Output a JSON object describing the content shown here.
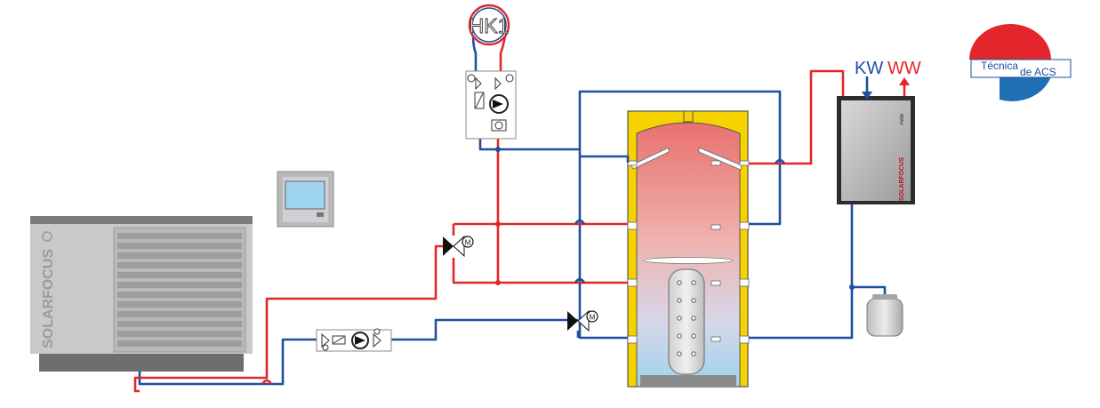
{
  "heating_circuit": {
    "label": "HK1"
  },
  "heat_pump": {
    "brand": "SOLARFOCUS"
  },
  "fresh_water_station": {
    "brand": "SOLARFOCUS",
    "model": "FWM"
  },
  "cold_water": {
    "label": "KW"
  },
  "warm_water": {
    "label": "WW"
  },
  "badge": {
    "line1": "Técnica",
    "line2": "de ACS"
  },
  "colors": {
    "hot": "#e3262b",
    "cold": "#1f4fa0",
    "tank_insulation": "#f6d200",
    "tank_hot": "#ec7d79",
    "tank_cold": "#a9d7ee",
    "unit_gray": "#c9c9cb",
    "dark_gray": "#6e6e6e"
  }
}
